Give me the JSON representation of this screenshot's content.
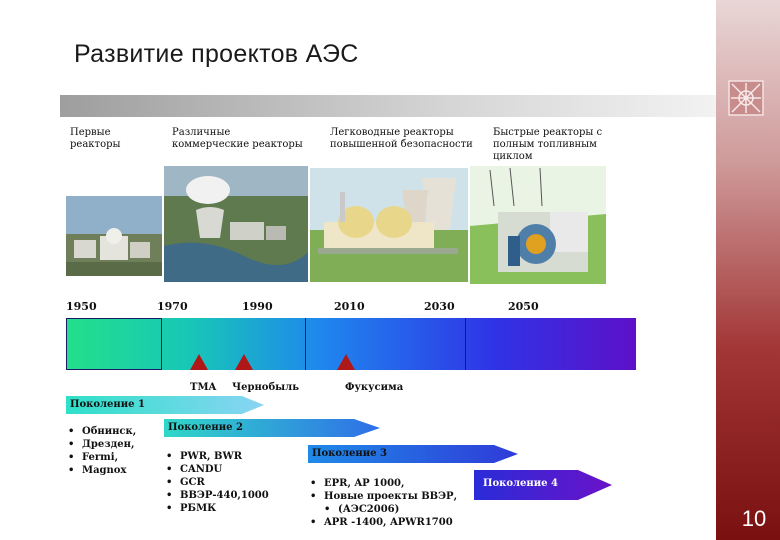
{
  "slide": {
    "title": "Развитие проектов АЭС",
    "page_number": "10"
  },
  "eras": [
    {
      "label": "Первые\nреакторы"
    },
    {
      "label": "Различные\nкоммерческие реакторы"
    },
    {
      "label": "Легководные реакторы\nповышенной безопасности"
    },
    {
      "label": "Быстрые реакторы с\nполным топливным\nциклом"
    }
  ],
  "timeline": {
    "years": [
      "1950",
      "1970",
      "1990",
      "2010",
      "2030",
      "2050"
    ],
    "events": [
      "TMA",
      "Чернобыль",
      "Фукусима"
    ]
  },
  "generations": [
    {
      "label": "Поколение 1",
      "items": [
        "Обнинск,",
        "Дрезден,",
        "Fermi,",
        "Magnox"
      ]
    },
    {
      "label": "Поколение 2",
      "items": [
        "PWR, BWR",
        "CANDU",
        "GCR",
        "ВВЭР-440,1000",
        "РБМК"
      ]
    },
    {
      "label": "Поколение 3",
      "items": [
        "EPR, AP 1000,",
        "Новые проекты ВВЭР,",
        "(АЭС2006)",
        "APR -1400, APWR1700"
      ]
    },
    {
      "label": "Поколение 4",
      "items": []
    }
  ],
  "colors": {
    "sidebar_dark": "#7a1010",
    "timeline_start": "#22e08a",
    "timeline_end": "#5d10c8",
    "event_marker": "#b01818"
  }
}
